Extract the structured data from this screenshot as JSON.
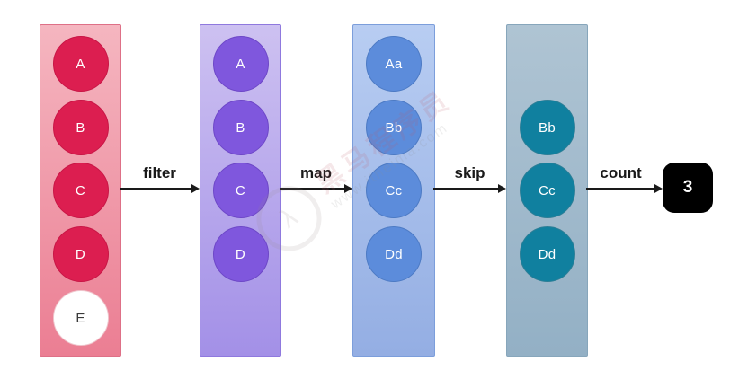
{
  "pipeline": {
    "stages": [
      {
        "name": "source-list",
        "items": [
          "A",
          "B",
          "C",
          "D",
          "E"
        ]
      },
      {
        "name": "after-filter",
        "items": [
          "A",
          "B",
          "C",
          "D"
        ]
      },
      {
        "name": "after-map",
        "items": [
          "Aa",
          "Bb",
          "Cc",
          "Dd"
        ]
      },
      {
        "name": "after-skip",
        "items": [
          "Bb",
          "Cc",
          "Dd"
        ]
      }
    ],
    "operations": [
      "filter",
      "map",
      "skip",
      "count"
    ],
    "result": "3"
  },
  "watermark": {
    "brand": "黑马程序员",
    "url": "www.itheima.com",
    "logo_glyph": "λ"
  },
  "colors": {
    "stage1_fill_top": "#F5B6C0",
    "stage1_fill_bottom": "#EB7E93",
    "stage1_circle": "#DC1E50",
    "stage2_fill_top": "#CDC1F1",
    "stage2_fill_bottom": "#A390E7",
    "stage2_circle": "#7F57DD",
    "stage3_fill_top": "#B8CDF2",
    "stage3_fill_bottom": "#94AEE3",
    "stage3_circle": "#5C8CDB",
    "stage4_fill_top": "#AFC4D3",
    "stage4_fill_bottom": "#93B0C5",
    "stage4_circle": "#10809F",
    "empty_circle": "#FFFFFF",
    "result_box": "#000000",
    "arrow": "#1A1A1A"
  }
}
